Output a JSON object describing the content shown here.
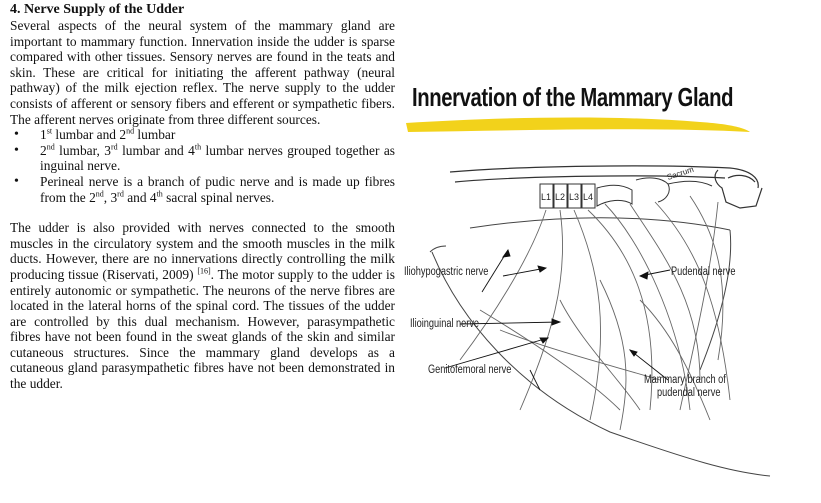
{
  "section": {
    "heading": "4. Nerve Supply of the Udder",
    "para1": "Several aspects of the neural system of the mammary gland are important to mammary function. Innervation inside the udder is sparse compared with other tissues. Sensory nerves are found in the teats and skin. These are critical for initiating the afferent pathway (neural pathway) of the milk ejection reflex. The nerve supply to the udder consists of afferent or sensory fibers and efferent or sympathetic fibers. The afferent nerves originate from three different sources.",
    "bullet1": {
      "a": "1",
      "a_sup": "st",
      "b": " lumbar and 2",
      "b_sup": "nd",
      "c": " lumbar"
    },
    "bullet2": {
      "a": "2",
      "a_sup": "nd",
      "b": " lumbar, 3",
      "b_sup": "rd",
      "c": " lumbar and 4",
      "c_sup": "th",
      "d": " lumbar nerves grouped together as inguinal nerve."
    },
    "bullet3": {
      "a": "Perineal nerve is a branch of pudic nerve and is made up fibres from the 2",
      "a_sup": "nd",
      "b": ", 3",
      "b_sup": "rd",
      "c": " and 4",
      "c_sup": "th",
      "d": " sacral spinal nerves."
    },
    "para2_a": "The udder is also provided with nerves connected to the smooth muscles in the circulatory system and the smooth muscles in the milk ducts. However, there are no innervations directly controlling the milk producing tissue (Riservati, 2009)",
    "para2_ref": "[16]",
    "para2_b": ". The motor supply to the udder is entirely autonomic or sympathetic. The neurons of the nerve fibres are located in the lateral horns of the spinal cord. The tissues of the udder are controlled by this dual mechanism. However, parasympathetic fibres have not been found in the sweat glands of the skin and similar cutaneous structures. Since the mammary gland develops as a cutaneous gland parasympathetic fibres have not been demonstrated in the udder."
  },
  "figure": {
    "title": "Innervation of the Mammary Gland",
    "accent_color": "#f2d21b",
    "labels": {
      "vertebrae": [
        "L1",
        "L2",
        "L3",
        "L4"
      ],
      "sacrum": "Sacrum",
      "iliohypogastric": "Iliohypogastric nerve",
      "ilioinguinal": "Ilioinguinal nerve",
      "genitofemoral": "Genitofemoral nerve",
      "pudendal": "Pudendal nerve",
      "mammary_branch_1": "Mammary branch of",
      "mammary_branch_2": "pudendal nerve"
    }
  }
}
